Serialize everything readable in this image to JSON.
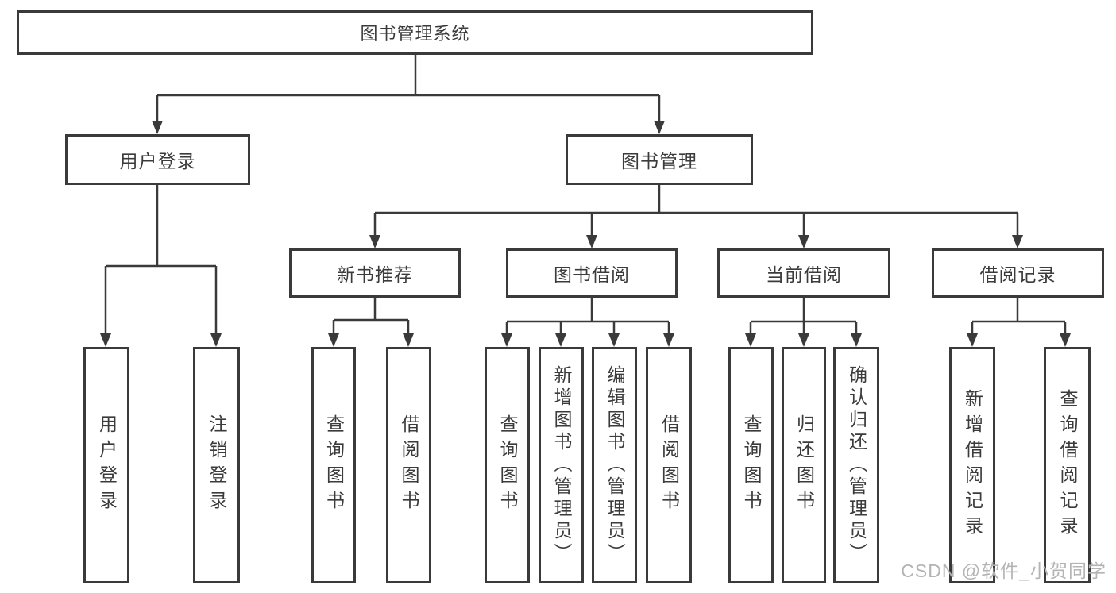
{
  "diagram_title": "图书管理系统",
  "nodes": {
    "root": {
      "label": "图书管理系统"
    },
    "user_login": {
      "label": "用户登录"
    },
    "book_management": {
      "label": "图书管理"
    },
    "new_book_recommend": {
      "label": "新书推荐"
    },
    "book_borrow": {
      "label": "图书借阅"
    },
    "current_borrow": {
      "label": "当前借阅"
    },
    "borrow_record": {
      "label": "借阅记录"
    },
    "leaf_user_login": {
      "label": "用户登录"
    },
    "leaf_logout": {
      "label": "注销登录"
    },
    "leaf_query_books_1": {
      "label": "查询图书"
    },
    "leaf_borrow_books_1": {
      "label": "借阅图书"
    },
    "leaf_query_books_2": {
      "label": "查询图书"
    },
    "leaf_add_books_admin": {
      "label": "新增图书（管理员）"
    },
    "leaf_edit_books_admin": {
      "label": "编辑图书（管理员）"
    },
    "leaf_borrow_books_2": {
      "label": "借阅图书"
    },
    "leaf_query_books_3": {
      "label": "查询图书"
    },
    "leaf_return_books": {
      "label": "归还图书"
    },
    "leaf_confirm_return_admin": {
      "label": "确认归还（管理员）"
    },
    "leaf_add_borrow_record": {
      "label": "新增借阅记录"
    },
    "leaf_query_borrow_record": {
      "label": "查询借阅记录"
    }
  },
  "watermark": "CSDN @软件_小贺同学",
  "colors": {
    "line": "#3a3a3a",
    "text": "#3b3b3b",
    "watermark": "#b4b4b4",
    "background": "#ffffff"
  }
}
